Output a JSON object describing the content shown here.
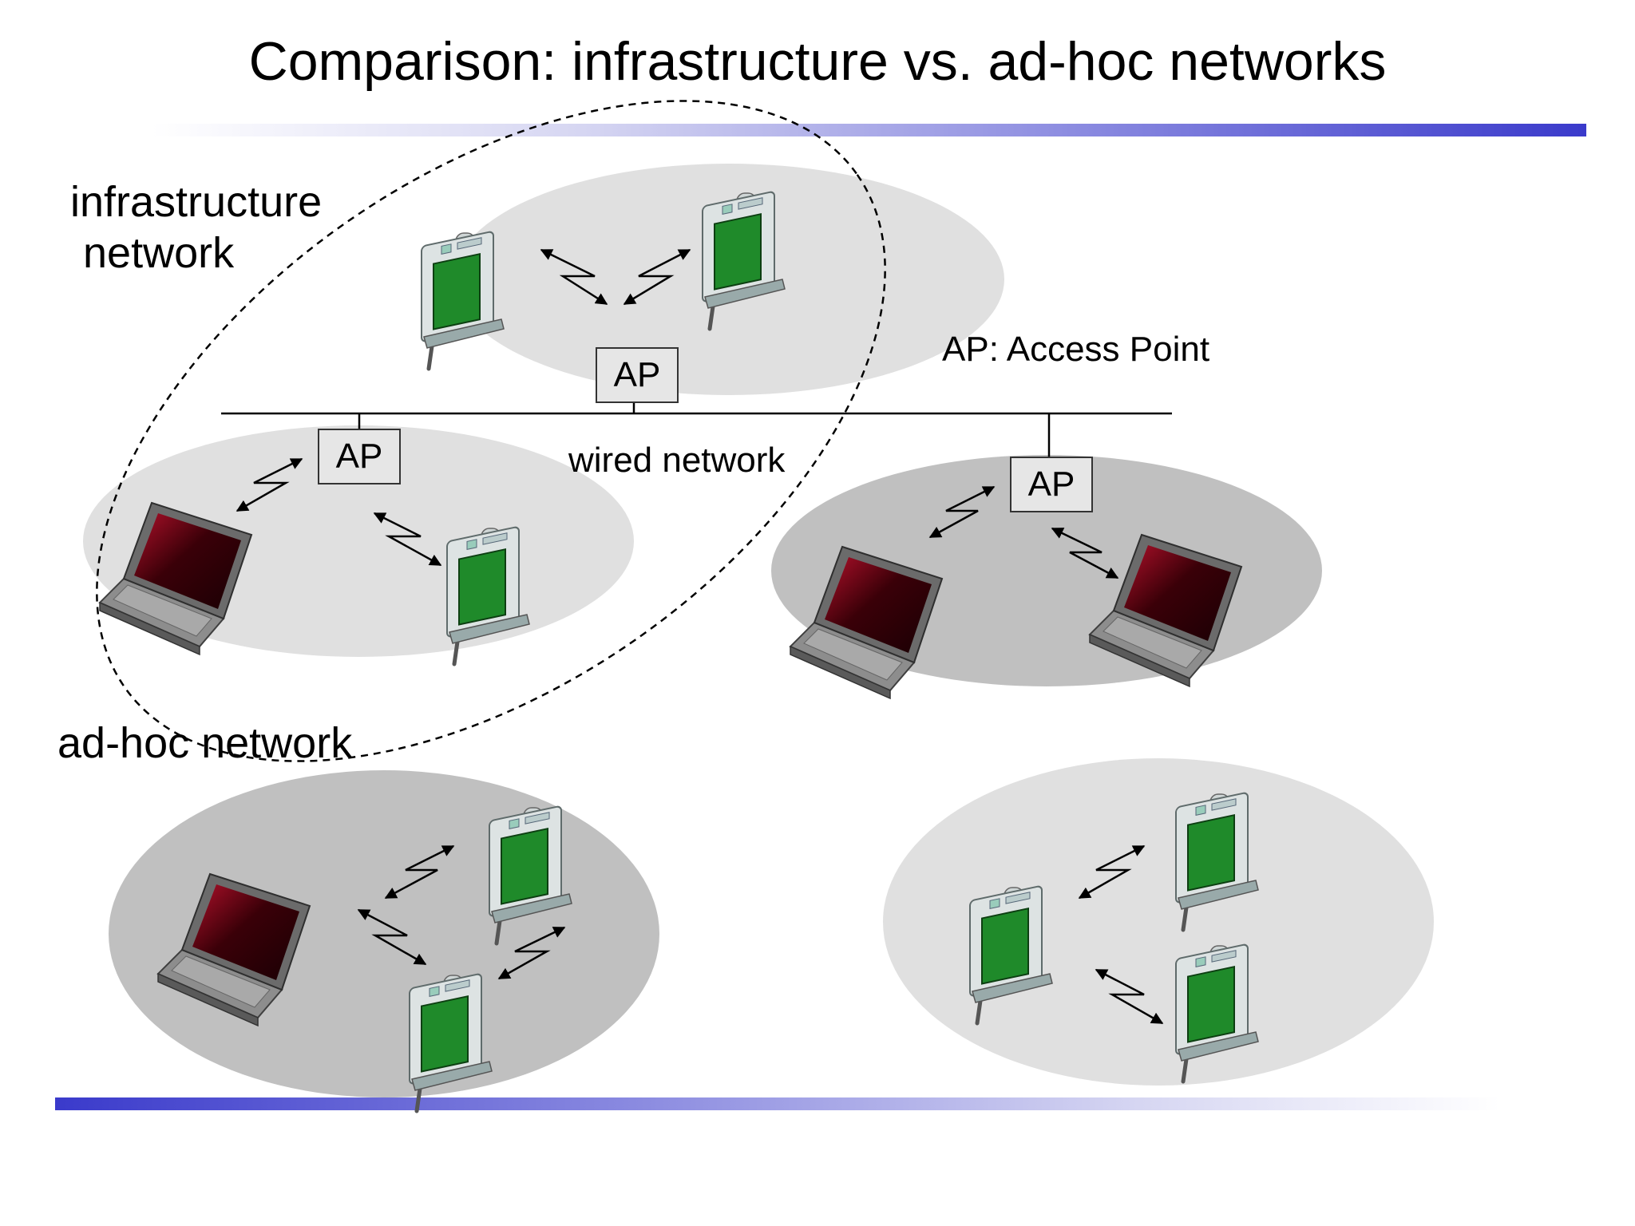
{
  "slide": {
    "title": "Comparison: infrastructure vs. ad-hoc networks"
  },
  "labels": {
    "infrastructure_line1": "infrastructure",
    "infrastructure_line2": "network",
    "adhoc": "ad-hoc network",
    "wired": "wired network",
    "ap_legend": "AP: Access Point"
  },
  "access_points": [
    {
      "label": "AP"
    },
    {
      "label": "AP"
    },
    {
      "label": "AP"
    }
  ],
  "colors": {
    "cell_light": "#e0e0e0",
    "cell_dark": "#c0c0c0",
    "accent_bar": "#3a3acb",
    "pda_screen": "#1f8a2a",
    "laptop_screen": "#3a0008"
  }
}
